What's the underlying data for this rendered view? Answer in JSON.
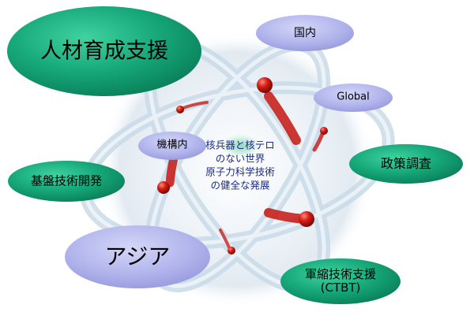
{
  "center": {
    "line1": "核兵器と核テロ",
    "line2": "のない世界",
    "line3": "原子力科学技術",
    "line4": "の健全な発展"
  },
  "nodes": {
    "human_resources": "人材育成支援",
    "domestic": "国内",
    "global": "Global",
    "in_agency": "機構内",
    "policy_research": "政策調査",
    "basic_tech": "基盤技術開発",
    "asia": "アジア",
    "arms_control_line1": "軍縮技術支援",
    "arms_control_line2": "(CTBT)"
  },
  "colors": {
    "green_bubble": "#17a87a",
    "purple_bubble": "#b3b6ec",
    "orbit_ring": "#c9dbe8",
    "electron": "#c4150f",
    "center_text": "#1c2a8a"
  }
}
